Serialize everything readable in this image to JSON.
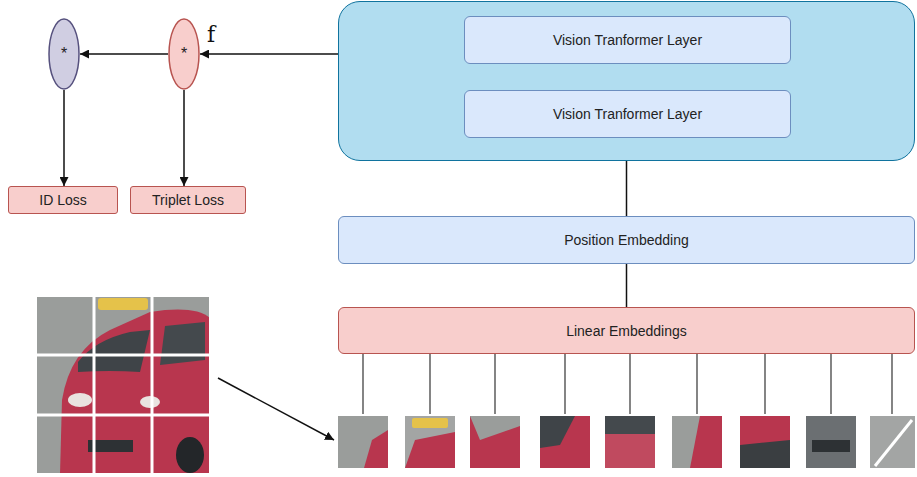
{
  "diagram": {
    "nodes": [
      {
        "text": [
          "*"
        ]
      },
      {
        "text": [
          "*"
        ]
      },
      {
        "text": []
      },
      {
        "text": [
          "Vision Tranformer Layer"
        ],
        "in": 2
      },
      {
        "text": [
          "Vision Tranformer Layer"
        ],
        "in": 2
      },
      {
        "text": [
          "ID Loss"
        ]
      },
      {
        "text": [
          "Triplet Loss"
        ]
      },
      {
        "text": [
          "Position Embedding"
        ]
      },
      {
        "text": [
          "Linear Embeddings"
        ]
      }
    ],
    "edges": [
      {
        "from": 2,
        "to": 1,
        "arrow": "to"
      },
      {
        "from": 1,
        "to": 0,
        "arrow": "to"
      },
      {
        "from": 0,
        "to": 5,
        "arrow": "to"
      },
      {
        "from": 1,
        "to": 6,
        "arrow": "to"
      },
      {
        "from": 2,
        "to": 7,
        "arrow": "none"
      },
      {
        "from": 7,
        "to": 8,
        "arrow": "none"
      }
    ],
    "labels": [
      "f"
    ]
  }
}
